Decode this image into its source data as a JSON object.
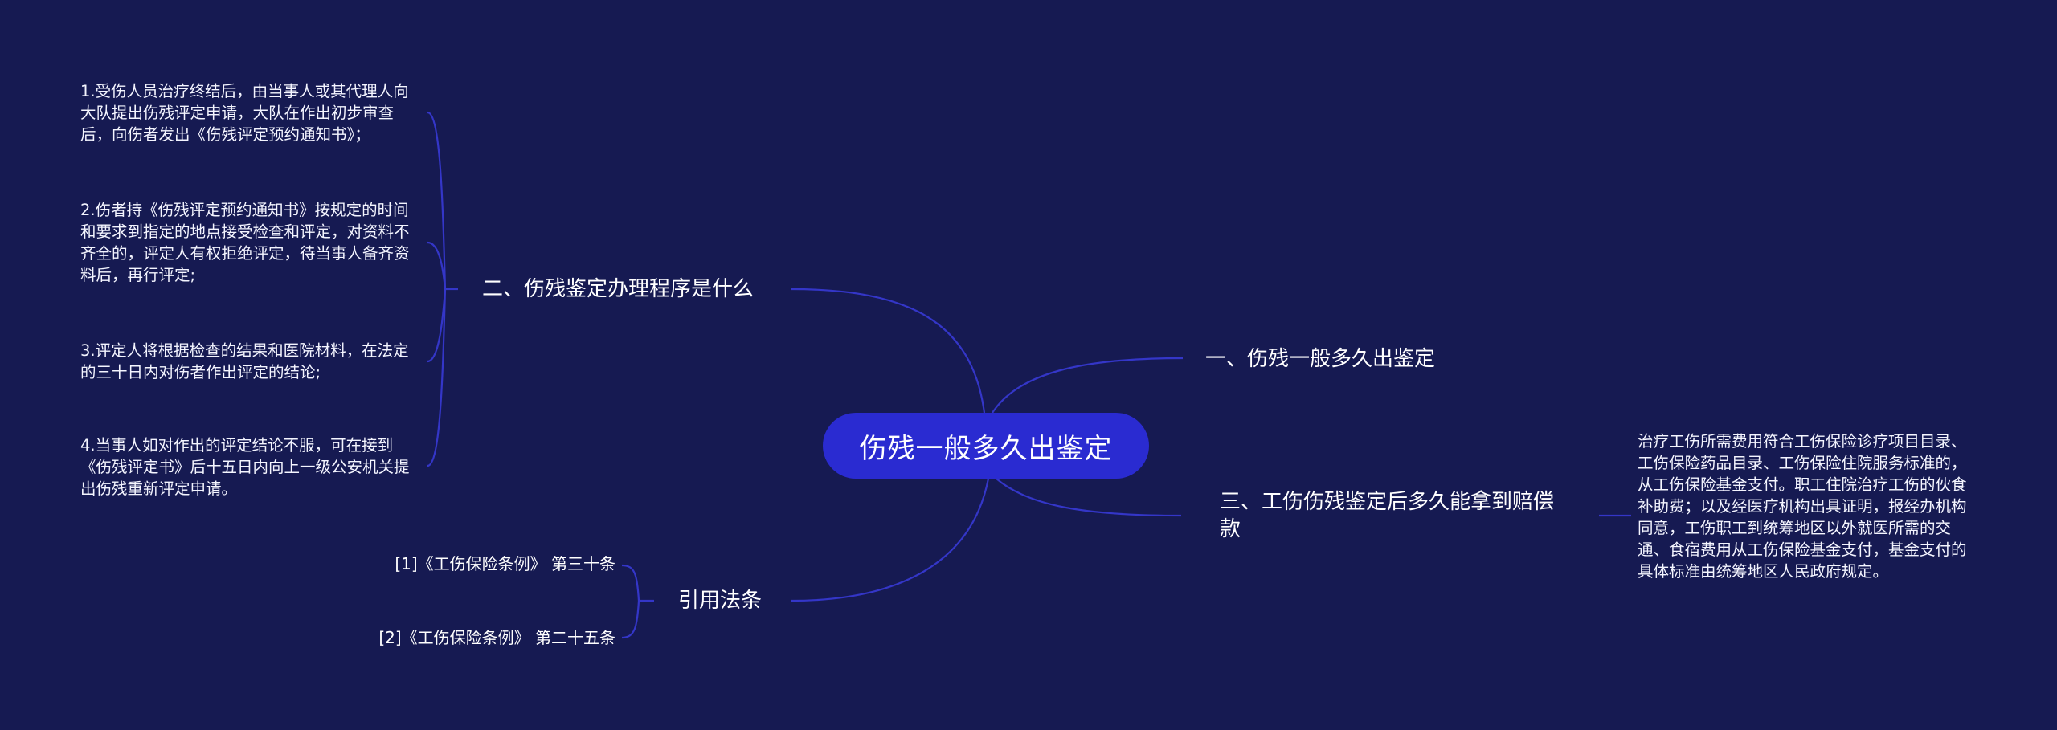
{
  "colors": {
    "background": "#161a52",
    "center_fill": "#2a2bd1",
    "link": "#3436c8"
  },
  "center": {
    "label": "伤残一般多久出鉴定"
  },
  "branches": {
    "b1": {
      "label": "一、伤残一般多久出鉴定"
    },
    "b2": {
      "label": "二、伤残鉴定办理程序是什么",
      "children": [
        "1.受伤人员治疗终结后，由当事人或其代理人向大队提出伤残评定申请，大队在作出初步审查后，向伤者发出《伤残评定预约通知书》；",
        "2.伤者持《伤残评定预约通知书》按规定的时间和要求到指定的地点接受检查和评定，对资料不齐全的，评定人有权拒绝评定，待当事人备齐资料后，再行评定;",
        "3.评定人将根据检查的结果和医院材料，在法定的三十日内对伤者作出评定的结论;",
        "4.当事人如对作出的评定结论不服，可在接到《伤残评定书》后十五日内向上一级公安机关提出伤残重新评定申请。"
      ]
    },
    "b3": {
      "label": "三、工伤伤残鉴定后多久能拿到赔偿款",
      "children": [
        "治疗工伤所需费用符合工伤保险诊疗项目目录、工伤保险药品目录、工伤保险住院服务标准的，从工伤保险基金支付。职工住院治疗工伤的伙食补助费；以及经医疗机构出具证明，报经办机构同意，工伤职工到统筹地区以外就医所需的交通、食宿费用从工伤保险基金支付，基金支付的具体标准由统筹地区人民政府规定。"
      ]
    },
    "b4": {
      "label": "引用法条",
      "children": [
        "[1]《工伤保险条例》 第三十条",
        "[2]《工伤保险条例》 第二十五条"
      ]
    }
  }
}
